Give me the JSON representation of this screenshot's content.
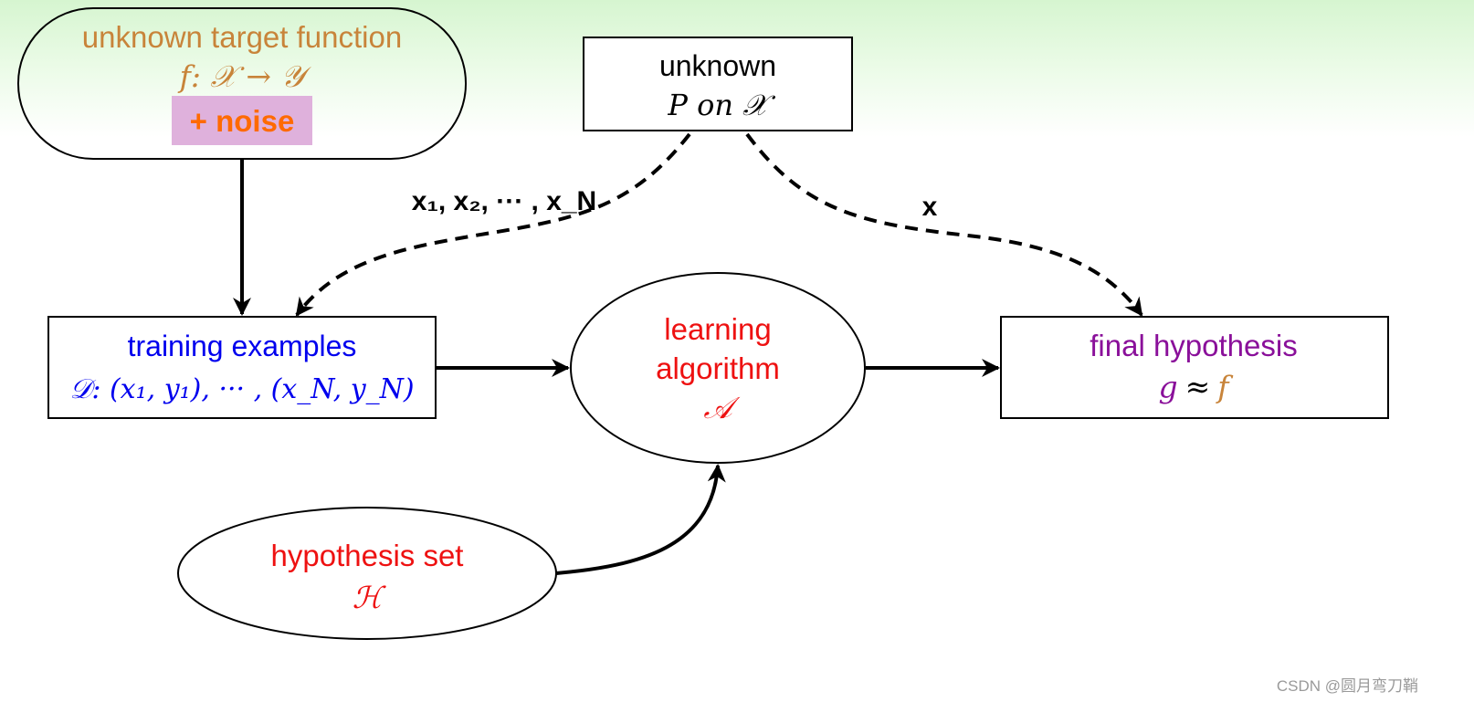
{
  "colors": {
    "target": "#c8843a",
    "noise_text": "#ff6a00",
    "noise_bg": "#dfb1dc",
    "training": "#0000ee",
    "learning": "#ee1111",
    "final": "#8a109a",
    "stroke": "#000000"
  },
  "target_function": {
    "title": "unknown target function",
    "formula": "f: 𝒳 → 𝒴",
    "noise_label": "+ noise"
  },
  "distribution": {
    "line1": "unknown",
    "line2": "P on 𝒳"
  },
  "training": {
    "title": "training examples",
    "formula": "𝒟: (x₁, y₁), ··· , (x_N, y_N)"
  },
  "learning": {
    "line1": "learning",
    "line2": "algorithm",
    "symbol": "𝒜"
  },
  "final": {
    "title": "final hypothesis",
    "g": "g",
    "approx": "≈",
    "f": "f"
  },
  "hypothesis_set": {
    "title": "hypothesis set",
    "symbol": "ℋ"
  },
  "edge_labels": {
    "samples": "x₁, x₂, ··· , x_N",
    "x": "x"
  },
  "watermark": "CSDN @圆月弯刀鞘"
}
